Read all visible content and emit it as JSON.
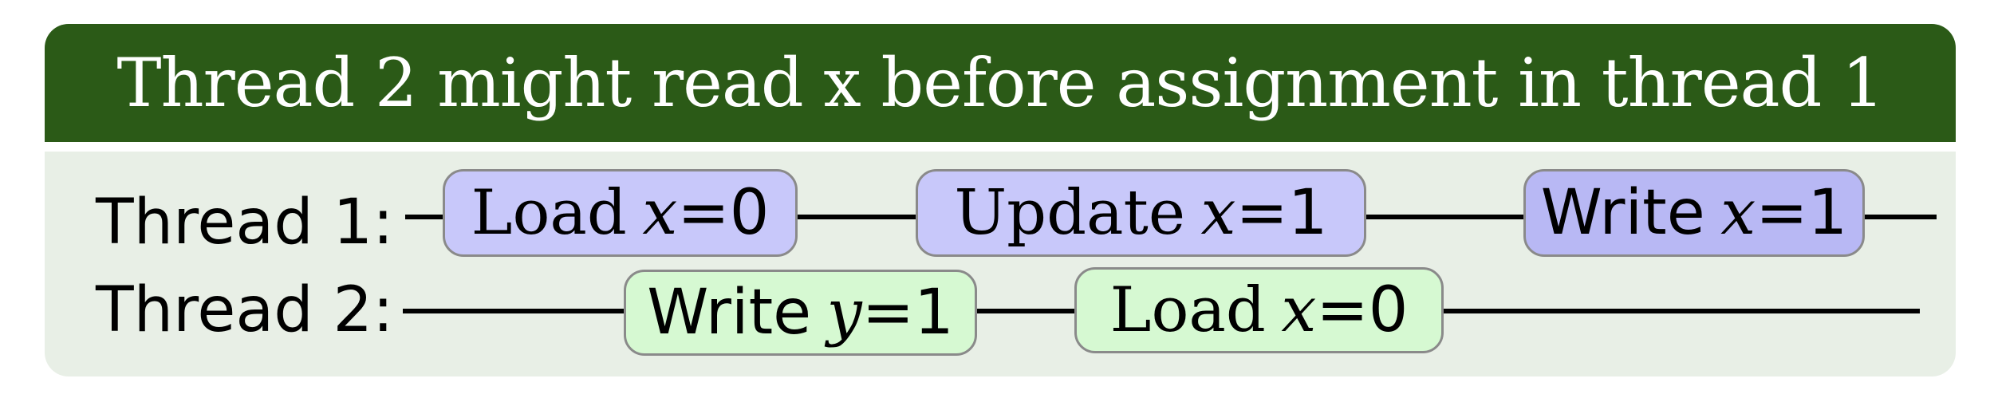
{
  "title": "Thread 2 might read x before assignment in thread 1",
  "threads": [
    {
      "label": "Thread 1:",
      "ops": [
        {
          "word": "Load",
          "var": "x",
          "eq": "=",
          "val": "0"
        },
        {
          "word": "Update",
          "var": "x",
          "eq": "=",
          "val": "1"
        },
        {
          "word": "Write",
          "var": "x",
          "eq": "=",
          "val": "1"
        }
      ]
    },
    {
      "label": "Thread 2:",
      "ops": [
        {
          "word": "Write",
          "var": "y",
          "eq": "=",
          "val": "1"
        },
        {
          "word": "Load",
          "var": "x",
          "eq": "=",
          "val": "0"
        }
      ]
    }
  ],
  "colors": {
    "header": "#2b5a17",
    "panel": "#e8efe6",
    "thread1_box": "#c8c8fa",
    "thread2_box": "#d6f9d2"
  }
}
